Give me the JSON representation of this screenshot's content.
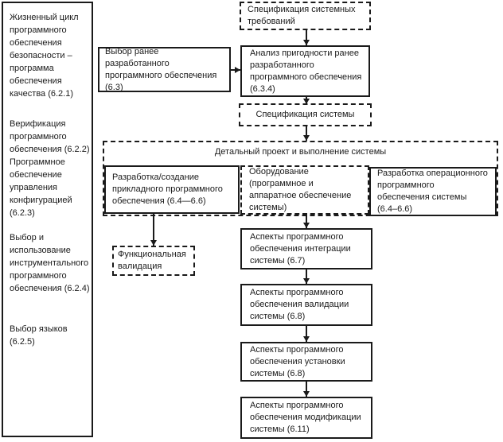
{
  "colors": {
    "border": "#1a1a1a",
    "background": "#ffffff",
    "text": "#1a1a1a"
  },
  "sidebar": {
    "items": [
      "Жизненный цикл программного обеспечения безопасности – программа обеспечения качества (6.2.1)",
      "Верификация программного обеспечения (6.2.2)",
      "Программное обеспечение управления конфигурацией (6.2.3)",
      "Выбор и использование инструментального программного обеспечения (6.2.4)",
      "Выбор языков (6.2.5)"
    ]
  },
  "flow": {
    "spec_requirements": "Спецификация системных требований",
    "select_reused": "Выбор ранее разработанного программного обеспечения (6.3)",
    "suitability_analysis": "Анализ пригодности ранее разработанного программного обеспечения (6.3.4)",
    "system_spec": "Спецификация системы",
    "detailed_design": "Детальный проект и выполнение системы",
    "application_software": "Разработка/создание прикладного программного обеспечения (6.4—6.6)",
    "equipment": "Оборудование (программное и аппаратное обеспечение системы)",
    "operational_software": "Разработка операционного программного обеспечения системы (6.4–6.6)",
    "functional_validation": "Функциональная валидация",
    "integration_aspects": "Аспекты программного обеспечения интеграции системы (6.7)",
    "validation_aspects": "Аспекты программного обеспечения валидации системы (6.8)",
    "installation_aspects": "Аспекты программного обеспечения установки системы (6.8)",
    "modification_aspects": "Аспекты программного обеспечения модификации системы (6.11)"
  }
}
